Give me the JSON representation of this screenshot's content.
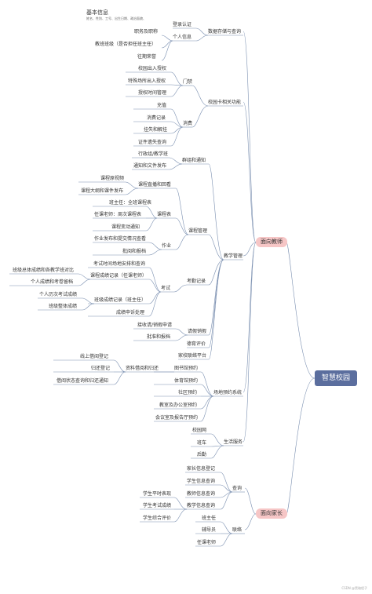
{
  "root": "智慧校园",
  "branch_teacher": "面向教师",
  "branch_parent": "面向家长",
  "header_title": "基本信息",
  "header_subtitle": "姓名、性别、工号、出生日期、政治面貌、",
  "watermark": "CSDN @黑暗程子",
  "teacher": {
    "data_bind": "数据存储与查询",
    "login": "登录认证",
    "personal": "个人信息",
    "personal_items": [
      "职务及职称",
      "教班班级（是否担任班主任）",
      "往期荣誉"
    ],
    "card": "校园卡相关功能",
    "gate": "门禁",
    "gate_items": [
      "校园出入授权",
      "特殊场所出入授权",
      "授权时间管理"
    ],
    "consume": "消费",
    "consume_items": [
      "充值",
      "消费记录",
      "挂失和解挂",
      "证件遗失查询"
    ],
    "notice": "群组和通知",
    "notice_items": [
      "行政组/教学班",
      "通知和文件发布"
    ],
    "teaching": "教学管理",
    "course_mgmt": "课程管理",
    "course_live": "课程直播和回看",
    "course_live_items": [
      "课程原视频",
      "课程大纲和课件发布"
    ],
    "schedule": "课程表",
    "schedule_items": [
      "班主任：全班课程表",
      "任课老师：周次课程表",
      "课程变动通知"
    ],
    "homework": "作业",
    "homework_items": [
      "作业发布和提交情况查看",
      "批阅和报档"
    ],
    "records": "考勤记录",
    "exam": "考试",
    "exam_items": [
      "考试时间场地安排和查询",
      "课程成绩记录（任课老师）",
      "班级成绩记录（班主任）",
      "成绩申诉处理"
    ],
    "course_grade_items": [
      "班级总体成绩和各教学班对比",
      "个人成绩和考卷留档"
    ],
    "class_grade_items": [
      "个人历次考试成绩",
      "班级整体成绩"
    ],
    "leave": "请假销假",
    "leave_items": [
      "接收请/销假申请",
      "批准和报档"
    ],
    "eval": "德育评价",
    "home_school": "家校联络平台",
    "venue": "场地预约系统",
    "venue_items": [
      "图书馆预约",
      "体育馆预约",
      "社区预约",
      "教室及办公室预约",
      "会议室及报告厅预约"
    ],
    "borrow": "资料借阅和归还",
    "borrow_items": [
      "线上借阅登记",
      "归还登记",
      "借阅状态查询和归还通知"
    ],
    "life": "生活服务",
    "life_items": [
      "校园网",
      "班车",
      "后勤"
    ]
  },
  "parent": {
    "query": "查询",
    "query_items": [
      "家长信息登记",
      "学生信息查询",
      "教师信息查询",
      "教学信息查询"
    ],
    "student_items": [
      "学生平时表现",
      "学生考试成绩",
      "学生综合评价"
    ],
    "contact": "联络",
    "contact_items": [
      "班主任",
      "辅导员",
      "任课老师"
    ]
  }
}
